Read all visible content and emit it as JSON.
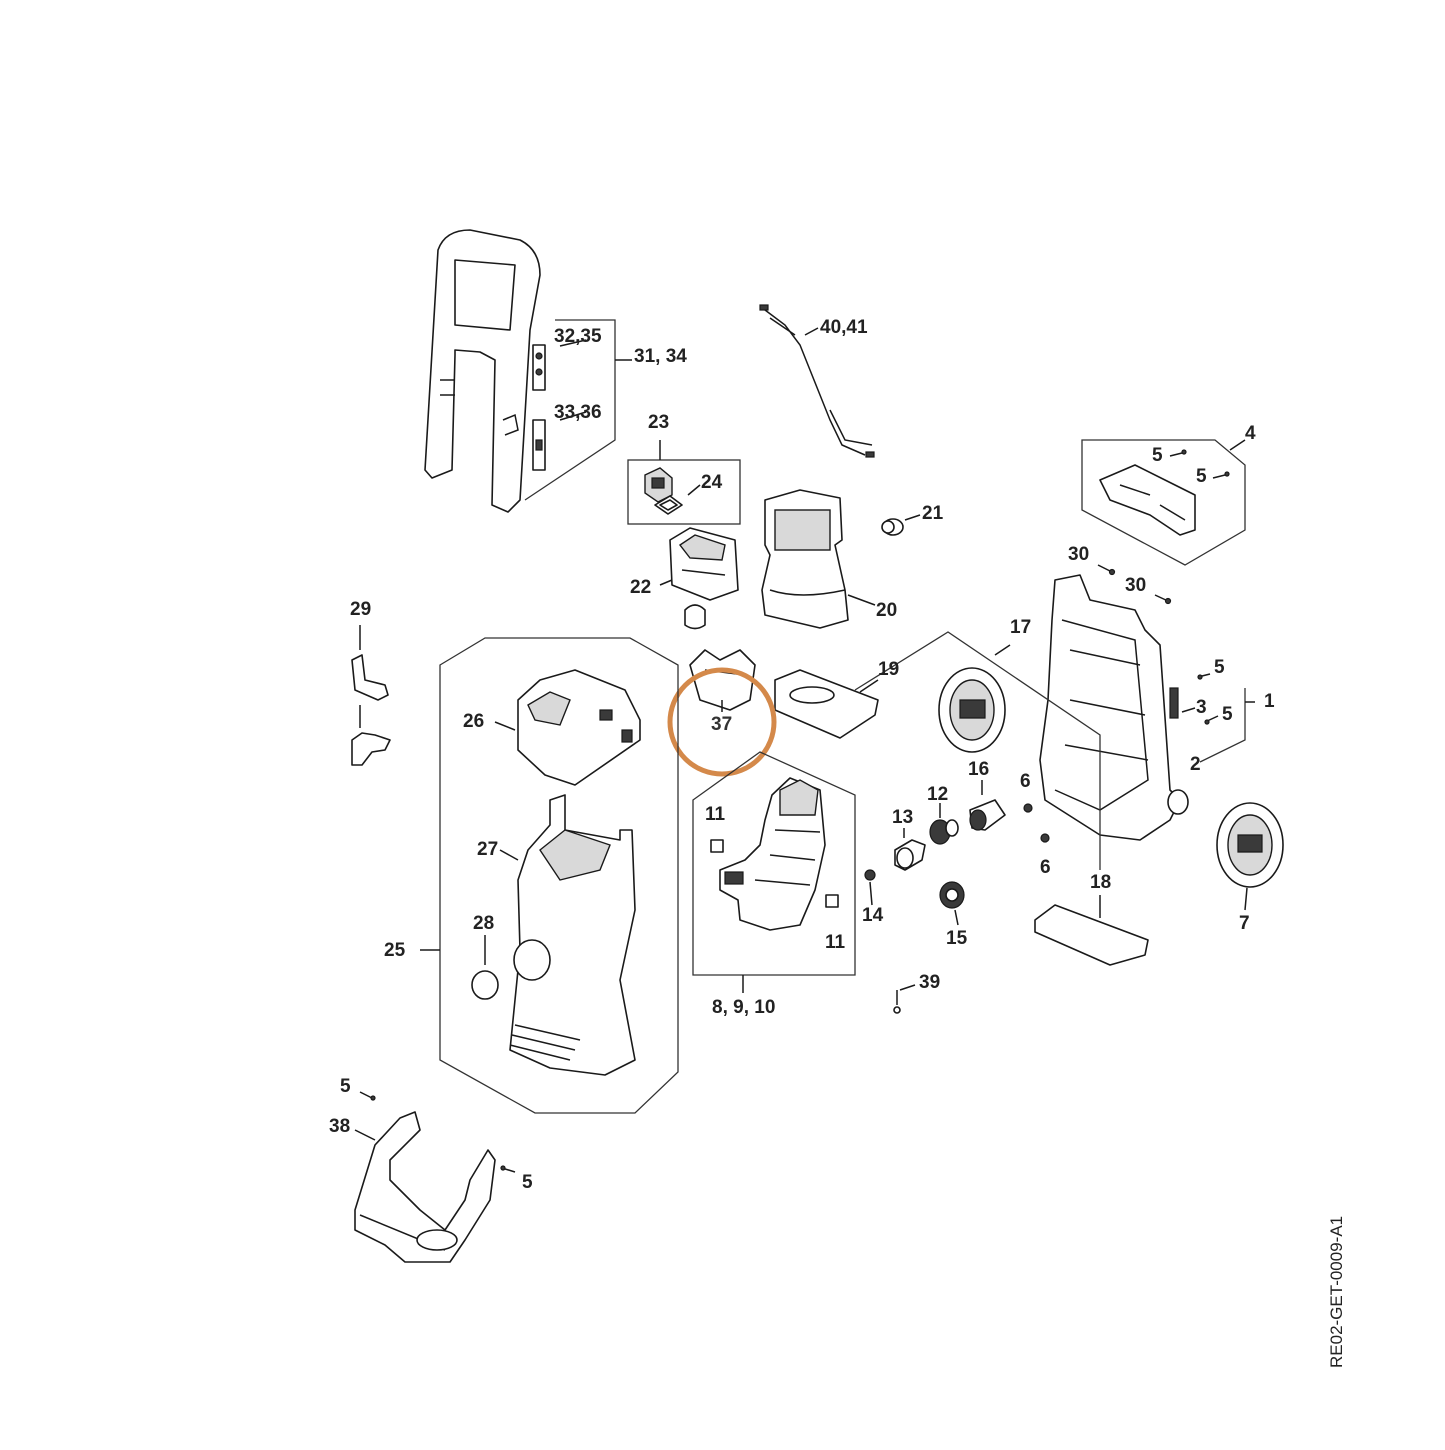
{
  "diagram": {
    "doc_id": "RE02-GET-0009-A1",
    "highlight_color": "#D4894A",
    "highlighted_part": "37",
    "labels": {
      "l1": "1",
      "l2": "2",
      "l3": "3",
      "l4": "4",
      "l5a": "5",
      "l5b": "5",
      "l5c": "5",
      "l5d": "5",
      "l5e": "5",
      "l5f": "5",
      "l6a": "6",
      "l6b": "6",
      "l7": "7",
      "l8_9_10": "8, 9, 10",
      "l11a": "11",
      "l11b": "11",
      "l12": "12",
      "l13": "13",
      "l14": "14",
      "l15": "15",
      "l16": "16",
      "l17": "17",
      "l18": "18",
      "l19": "19",
      "l20": "20",
      "l21": "21",
      "l22": "22",
      "l23": "23",
      "l24": "24",
      "l25": "25",
      "l26": "26",
      "l27": "27",
      "l28": "28",
      "l29": "29",
      "l30a": "30",
      "l30b": "30",
      "l31_34": "31, 34",
      "l32_35": "32,35",
      "l33_36": "33,36",
      "l37": "37",
      "l38": "38",
      "l39": "39",
      "l40_41": "40,41"
    }
  }
}
